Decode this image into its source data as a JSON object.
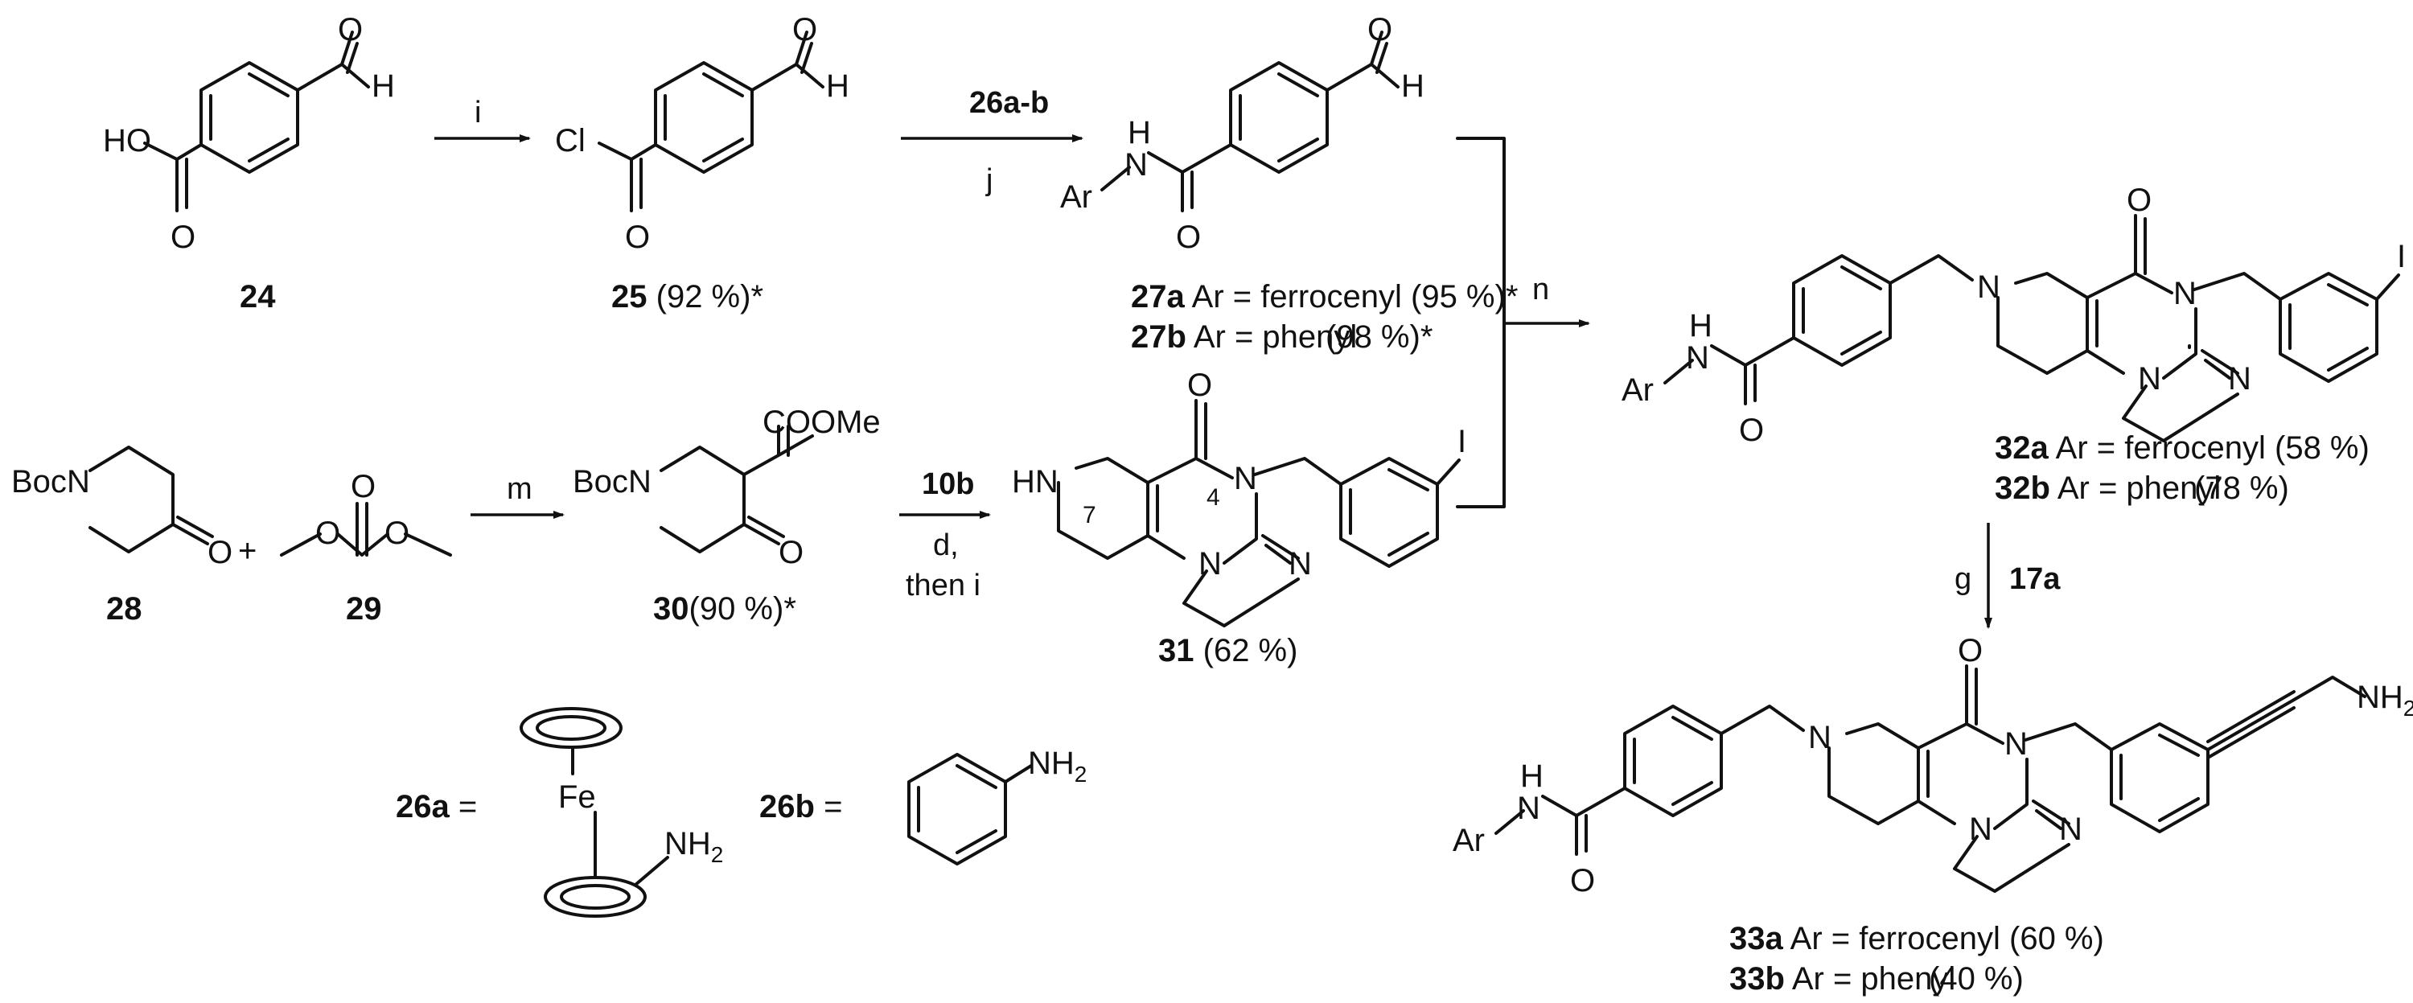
{
  "atoms": {
    "H": "H",
    "O": "O",
    "HO": "HO",
    "Cl": "Cl",
    "Ar": "Ar",
    "N": "N",
    "I": "I",
    "Boc": "Boc",
    "COOMe": "COOMe",
    "Fe": "Fe",
    "NH": "NH",
    "NH2": "NH",
    "sub2": "2",
    "n7": "7",
    "n4": "4"
  },
  "reagents": {
    "i": "i",
    "j": "j",
    "k": "26a-b",
    "m": "m",
    "n": "n",
    "tenb": "10b",
    "d": "d,",
    "theni": "then i",
    "g": "g",
    "seventeen_a": "17a",
    "plus": "+"
  },
  "compounds": {
    "c24": {
      "num": "24",
      "yield": ""
    },
    "c25": {
      "num": "25",
      "yield": "(92 %)*"
    },
    "c27a": {
      "num": "27a",
      "text": "Ar = ferrocenyl",
      "yield": "(95 %)*"
    },
    "c27b": {
      "num": "27b",
      "text": "Ar = phenyl",
      "yield": "(98 %)*"
    },
    "c28": {
      "num": "28"
    },
    "c29": {
      "num": "29"
    },
    "c30": {
      "num": "30",
      "yield": "(90 %)*"
    },
    "c31": {
      "num": "31",
      "yield": "(62 %)"
    },
    "c32a": {
      "num": "32a",
      "text": "Ar = ferrocenyl",
      "yield": "(58 %)"
    },
    "c32b": {
      "num": "32b",
      "text": "Ar = phenyl",
      "yield": "(78 %)"
    },
    "c33a": {
      "num": "33a",
      "text": "Ar = ferrocenyl",
      "yield": "(60 %)"
    },
    "c33b": {
      "num": "33b",
      "text": "Ar = phenyl",
      "yield": "(40 %)"
    },
    "c26a": {
      "num": "26a",
      "eq": "="
    },
    "c26b": {
      "num": "26b",
      "eq": "="
    }
  }
}
